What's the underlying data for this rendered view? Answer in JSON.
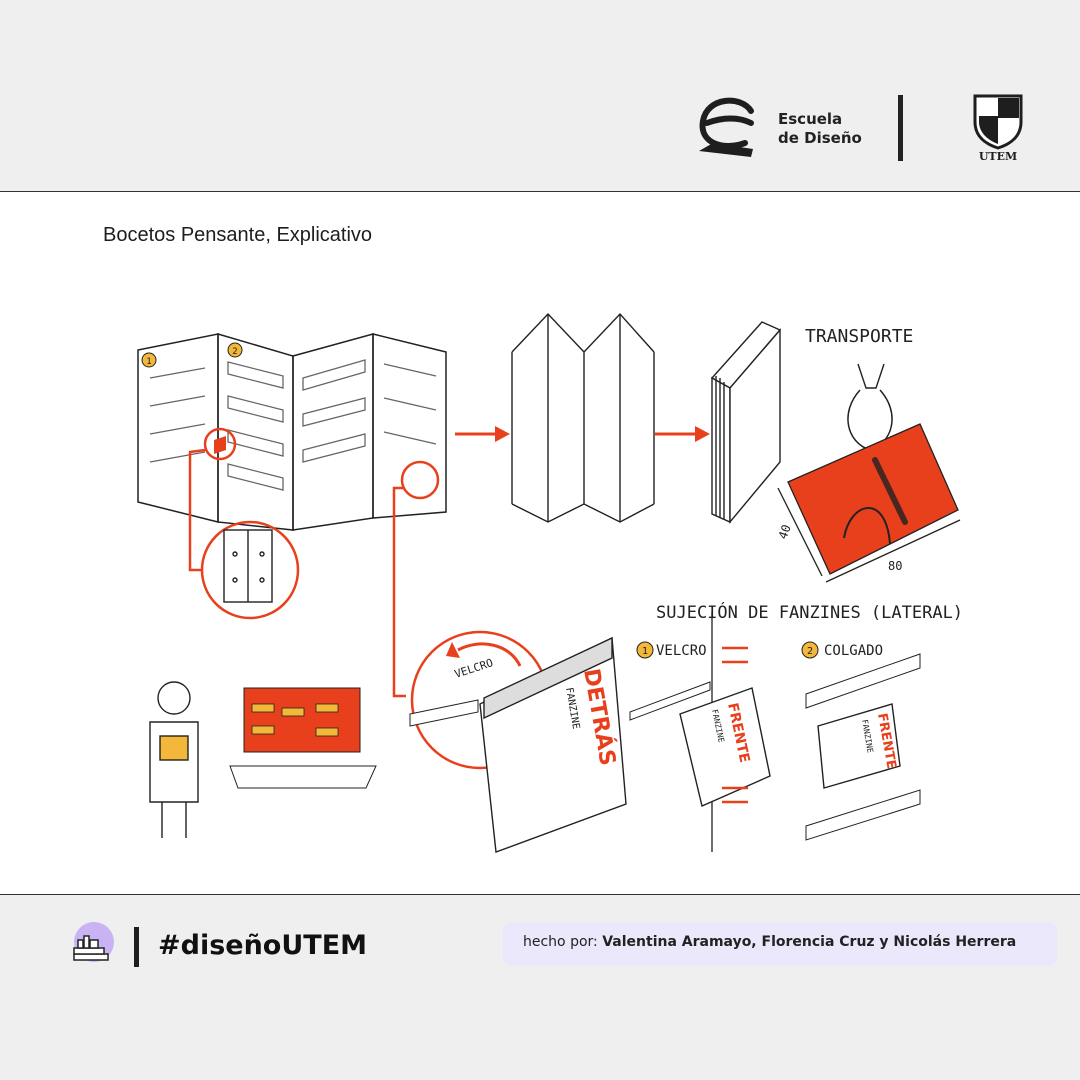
{
  "header": {
    "school_line1": "Escuela",
    "school_line2": "de Diseño",
    "university_name": "UTEM"
  },
  "main": {
    "title": "Bocetos Pensante, Explicativo",
    "sketch_labels": {
      "transport": "TRANSPORTE",
      "dim_height": "40",
      "dim_width": "80",
      "fastening_title": "SUJECIÓN DE FANZINES (LATERAL)",
      "option1_number": "1",
      "option1": "VELCRO",
      "option2_number": "2",
      "option2": "COLGADO",
      "velcro_arc": "VELCRO",
      "back": "DETRÁS",
      "front": "FRENTE",
      "fanzine": "FANZINE",
      "panel_number_1": "1",
      "panel_number_2": "2"
    }
  },
  "footer": {
    "hashtag": "#diseñoUTEM",
    "credits_prefix": "hecho por:",
    "credits_names": "Valentina Aramayo, Florencia Cruz y Nicolás Herrera"
  },
  "colors": {
    "accent_orange": "#e8401c",
    "highlight_yellow": "#f3b73a",
    "credits_bg": "#ece8fb",
    "books_icon_bg": "#c9b3f3"
  },
  "icons": [
    "escuela-e-logo",
    "utem-shield-logo",
    "books-icon"
  ]
}
